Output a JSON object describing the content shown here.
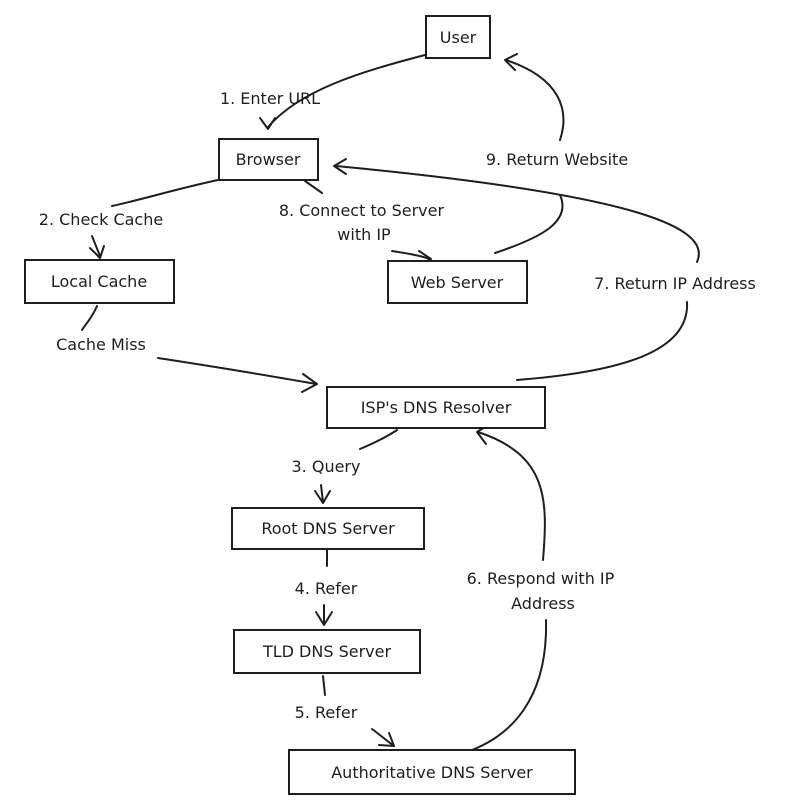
{
  "colors": {
    "stroke": "#1e1e1e",
    "background": "#ffffff"
  },
  "nodes": {
    "user": "User",
    "browser": "Browser",
    "local_cache": "Local Cache",
    "web_server": "Web Server",
    "isp_resolver": "ISP's DNS Resolver",
    "root_dns": "Root DNS Server",
    "tld_dns": "TLD DNS Server",
    "authoritative_dns": "Authoritative DNS Server"
  },
  "edges": {
    "enter_url": "1. Enter URL",
    "check_cache": "2. Check Cache",
    "cache_miss": "Cache Miss",
    "query": "3. Query",
    "refer_root": "4. Refer",
    "refer_tld": "5. Refer",
    "respond_ip": [
      "6. Respond with IP",
      "Address"
    ],
    "return_ip": "7. Return IP Address",
    "connect_server": [
      "8. Connect to Server",
      "with IP"
    ],
    "return_website": "9. Return Website"
  }
}
